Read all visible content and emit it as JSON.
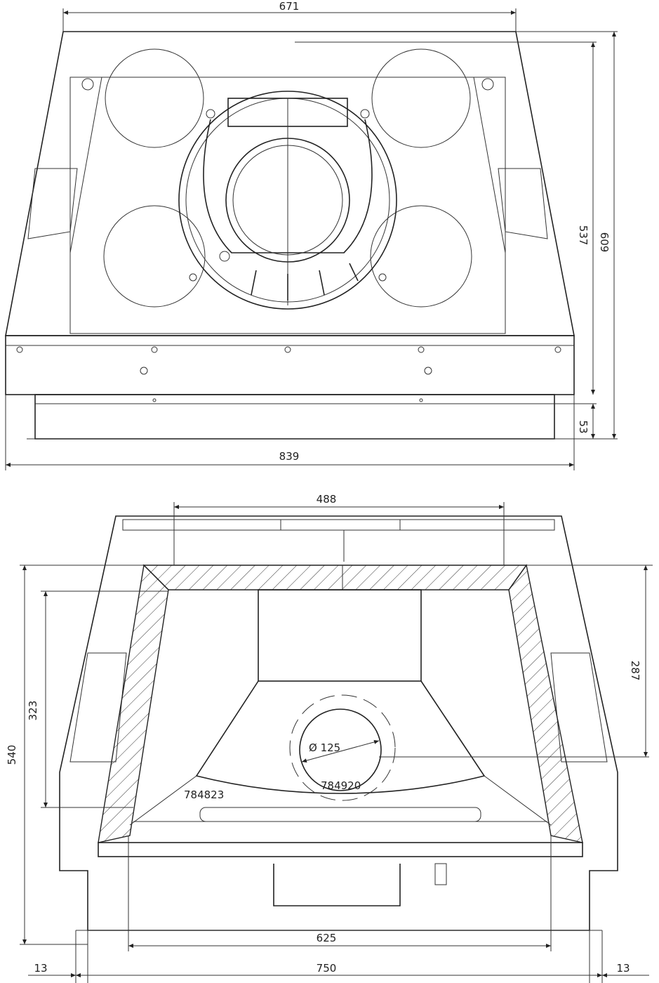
{
  "top_view": {
    "dimensions": {
      "top_width": "671",
      "bottom_width": "839",
      "inner_height": "537",
      "total_height": "609",
      "base_height": "53"
    }
  },
  "front_view": {
    "dimensions": {
      "inner_top_width": "488",
      "flue_height": "287",
      "opening_height": "323",
      "total_height": "540",
      "opening_width": "625",
      "total_width": "750",
      "left_margin": "13",
      "right_margin": "13"
    },
    "flue_diameter": "Ø 125",
    "part_numbers": {
      "flue_plate": "784920",
      "floor_plate": "784823"
    }
  },
  "colors": {
    "line": "#222222",
    "background": "#ffffff"
  }
}
